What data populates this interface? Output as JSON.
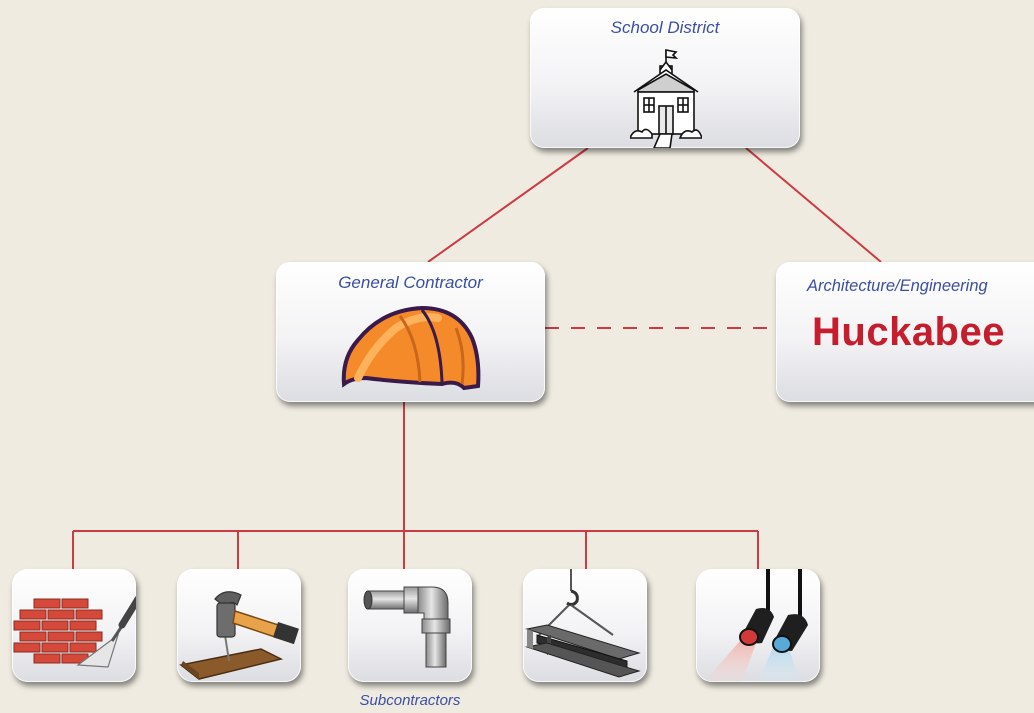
{
  "diagram": {
    "nodes": {
      "school_district": {
        "label": "School District",
        "icon": "schoolhouse-icon"
      },
      "general_contractor": {
        "label": "General Contractor",
        "icon": "hard-hat-icon"
      },
      "architecture": {
        "label": "Architecture/Engineering",
        "firm": "Huckabee"
      }
    },
    "subcontractors": {
      "label": "Subcontractors",
      "icons": [
        "bricks-trowel-icon",
        "hammer-nail-icon",
        "pipe-elbow-icon",
        "steel-beam-hook-icon",
        "stage-lights-icon"
      ]
    },
    "colors": {
      "connector": "#cc3b44",
      "title_text": "#3b4fa0",
      "brand": "#c51d2c",
      "background": "#efebe1"
    }
  }
}
